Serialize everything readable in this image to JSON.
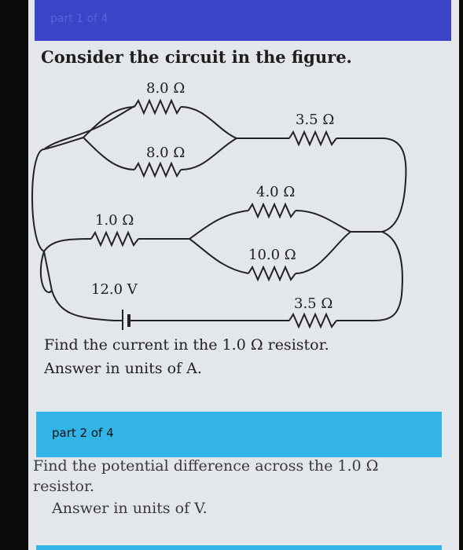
{
  "part1": {
    "label": "part 1 of 4",
    "title": "Consider the circuit in the figure.",
    "question": "Find the current in the 1.0 Ω resistor.",
    "units": "Answer in units of A."
  },
  "circuit": {
    "r_top_upper": "8.0 Ω",
    "r_top_lower": "8.0 Ω",
    "r_right_top": "3.5 Ω",
    "r_mid_upper": "4.0 Ω",
    "r_left": "1.0 Ω",
    "r_mid_lower": "10.0 Ω",
    "battery": "12.0 V",
    "r_bottom": "3.5 Ω"
  },
  "part2": {
    "label": "part 2 of 4",
    "question": "Find the potential difference across the 1.0 Ω resistor.",
    "units": "Answer in units of V."
  },
  "colors": {
    "header": "#3a44c8",
    "accent": "#33b4e6"
  }
}
